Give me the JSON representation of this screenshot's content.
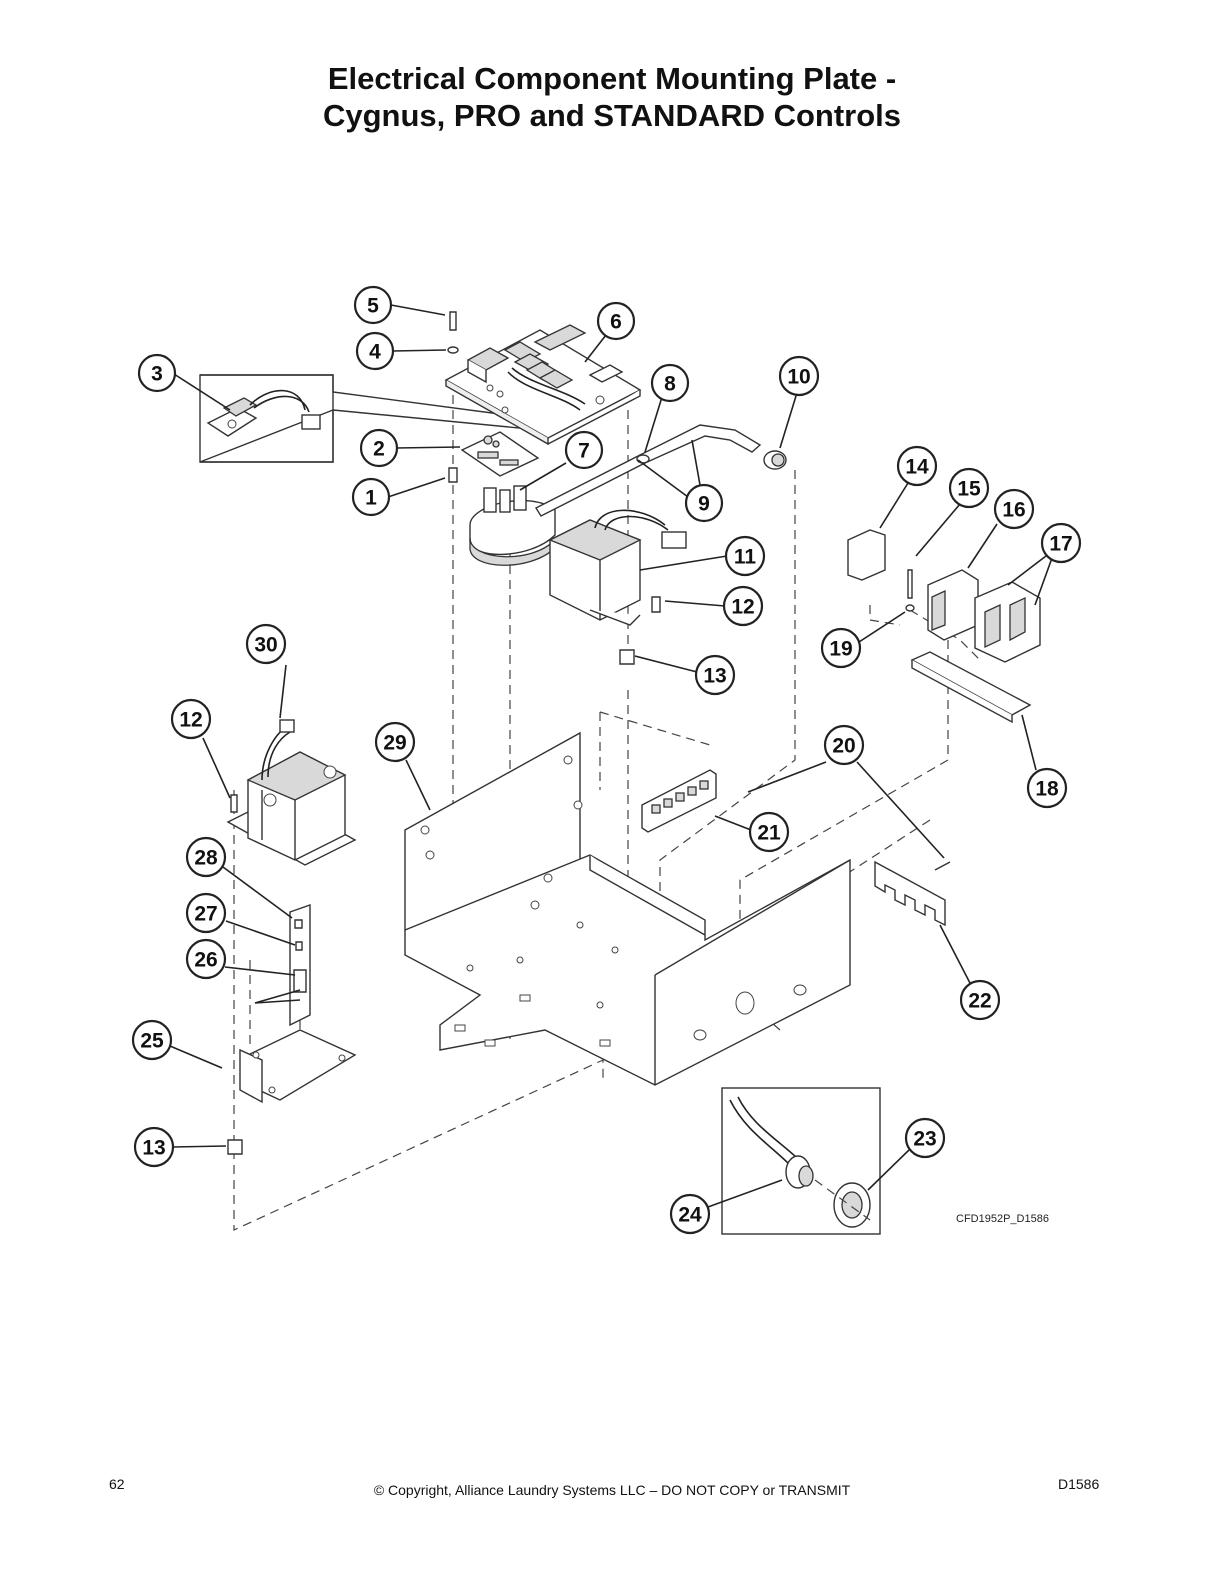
{
  "title": {
    "line1": "Electrical Component Mounting Plate -",
    "line2": "Cygnus, PRO and STANDARD Controls"
  },
  "diagram": {
    "ref_code": "CFD1952P_D1586",
    "callouts": [
      "1",
      "2",
      "3",
      "4",
      "5",
      "6",
      "7",
      "8",
      "9",
      "10",
      "11",
      "12",
      "13",
      "14",
      "15",
      "16",
      "17",
      "18",
      "19",
      "20",
      "21",
      "22",
      "23",
      "24",
      "25",
      "26",
      "27",
      "28",
      "29",
      "30"
    ],
    "callout_12b": "12",
    "callout_13b": "13"
  },
  "footer": {
    "page_number": "62",
    "copyright": "© Copyright, Alliance Laundry Systems LLC – DO NOT COPY or TRANSMIT",
    "doc_code": "D1586"
  }
}
